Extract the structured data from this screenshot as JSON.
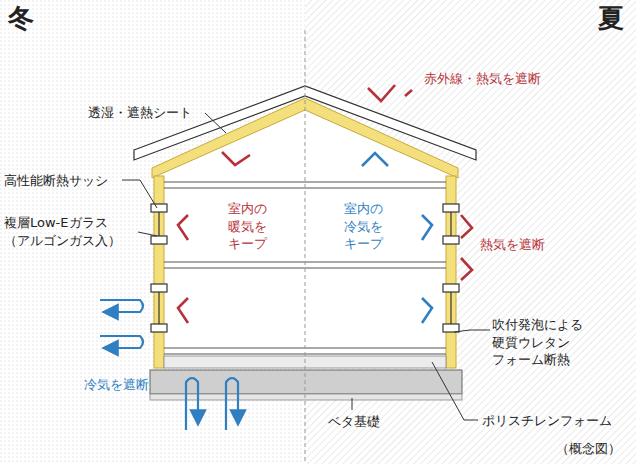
{
  "diagram": {
    "caption": "（概念図）",
    "labels": [
      "冬",
      "夏",
      "透湿・遮熱シート",
      "赤外線・熱気を遮断",
      "高性能断熱サッシ",
      "室内の 暖気を キープ",
      "室内の 冷気を キープ",
      "複層Low-Eガラス （アルゴンガス入）",
      "熱気を遮断",
      "吹付発泡による 硬質ウレタン フォーム断熱",
      "冷気を遮断",
      "ベタ基礎",
      "ポリスチレンフォーム"
    ]
  }
}
